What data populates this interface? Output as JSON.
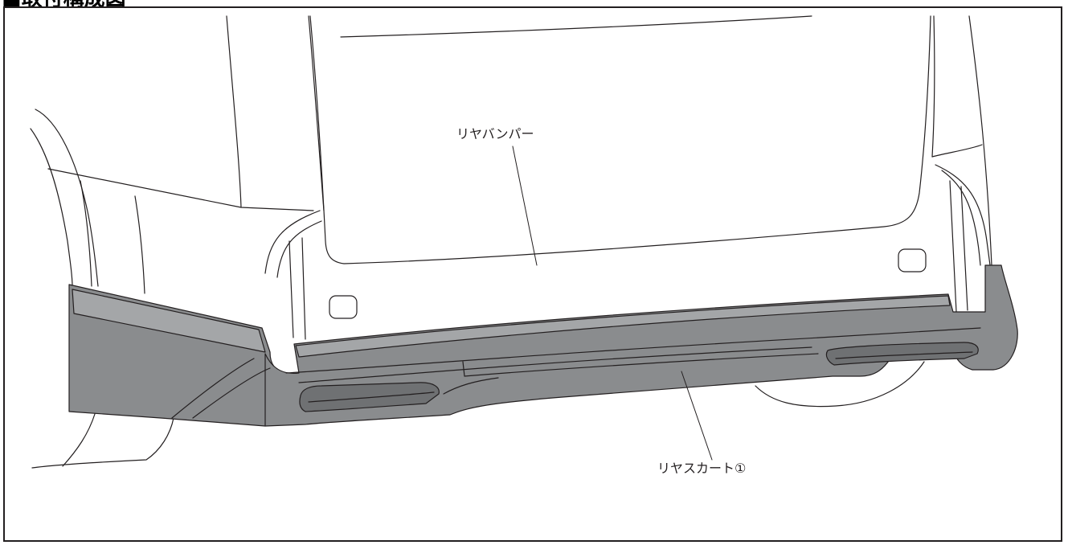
{
  "heading": "■取付構成図",
  "callouts": {
    "rear_bumper": "リヤバンパー",
    "rear_skirt": "リヤスカート①"
  },
  "colors": {
    "line": "#231f20",
    "part_fill": "#8a8c8e",
    "part_fill_light": "#a4a6a8",
    "background": "#ffffff"
  }
}
